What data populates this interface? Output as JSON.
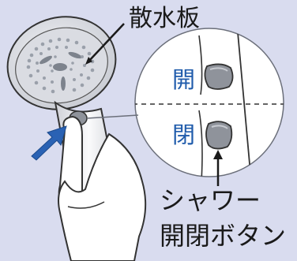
{
  "labels": {
    "spray_plate": "散水板",
    "open": "開",
    "close": "閉",
    "button_line1": "シャワー",
    "button_line2": "開閉ボタン"
  },
  "colors": {
    "background": "#d9dcef",
    "accent_text": "#1f5bab",
    "arrow": "#2a62b4",
    "button": "#8f939b",
    "outline": "#333333"
  },
  "icons": [
    "shower-head-illustration",
    "hand-illustration",
    "blue-arrow-icon",
    "magnifier-circle",
    "button-open-state",
    "button-closed-state"
  ]
}
